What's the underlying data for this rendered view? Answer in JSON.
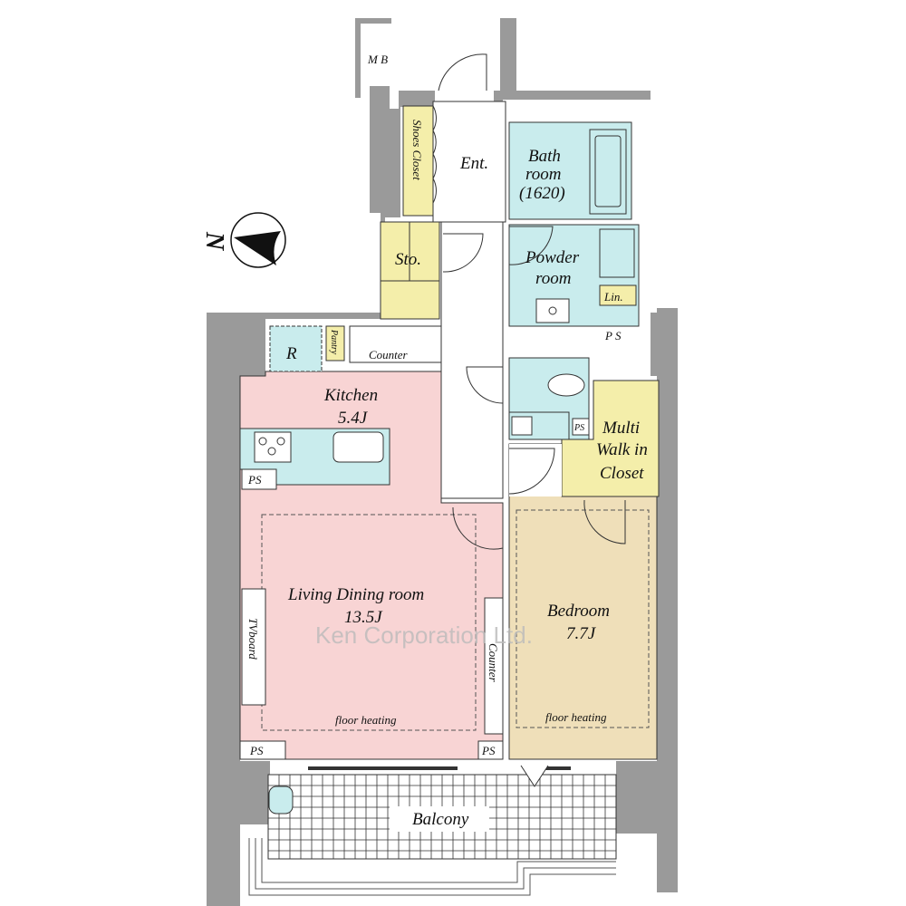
{
  "rooms": {
    "mb": "M B",
    "shoes_closet": "Shoes Closet",
    "entrance": "Ent.",
    "bath_line1": "Bath",
    "bath_line2": "room",
    "bath_line3": "(1620)",
    "storage": "Sto.",
    "powder_line1": "Powder",
    "powder_line2": "room",
    "linen": "Lin.",
    "ps_vertical": "P S",
    "refrigerator": "R",
    "pantry": "Pantry",
    "counter_top": "Counter",
    "kitchen": "Kitchen",
    "kitchen_size": "5.4J",
    "ps_kitchen": "PS",
    "ps_toilet": "PS",
    "wic_line1": "Multi",
    "wic_line2": "Walk in",
    "wic_line3": "Closet",
    "ldr": "Living Dining room",
    "ldr_size": "13.5J",
    "tv_board": "TVboard",
    "counter_side": "Counter",
    "ldr_floor_heating": "floor heating",
    "bedroom": "Bedroom",
    "bedroom_size": "7.7J",
    "bedroom_floor_heating": "floor heating",
    "ps_bottom_left": "PS",
    "ps_bottom_mid": "PS",
    "balcony": "Balcony"
  },
  "compass": {
    "label": "N"
  },
  "watermark": "Ken Corporation Ltd.",
  "colors": {
    "wall": "#9a9a9a",
    "ldk": "#f8d4d4",
    "wet": "#c9eced",
    "storage": "#f4eeaa",
    "bedroom": "#efdfb9"
  }
}
